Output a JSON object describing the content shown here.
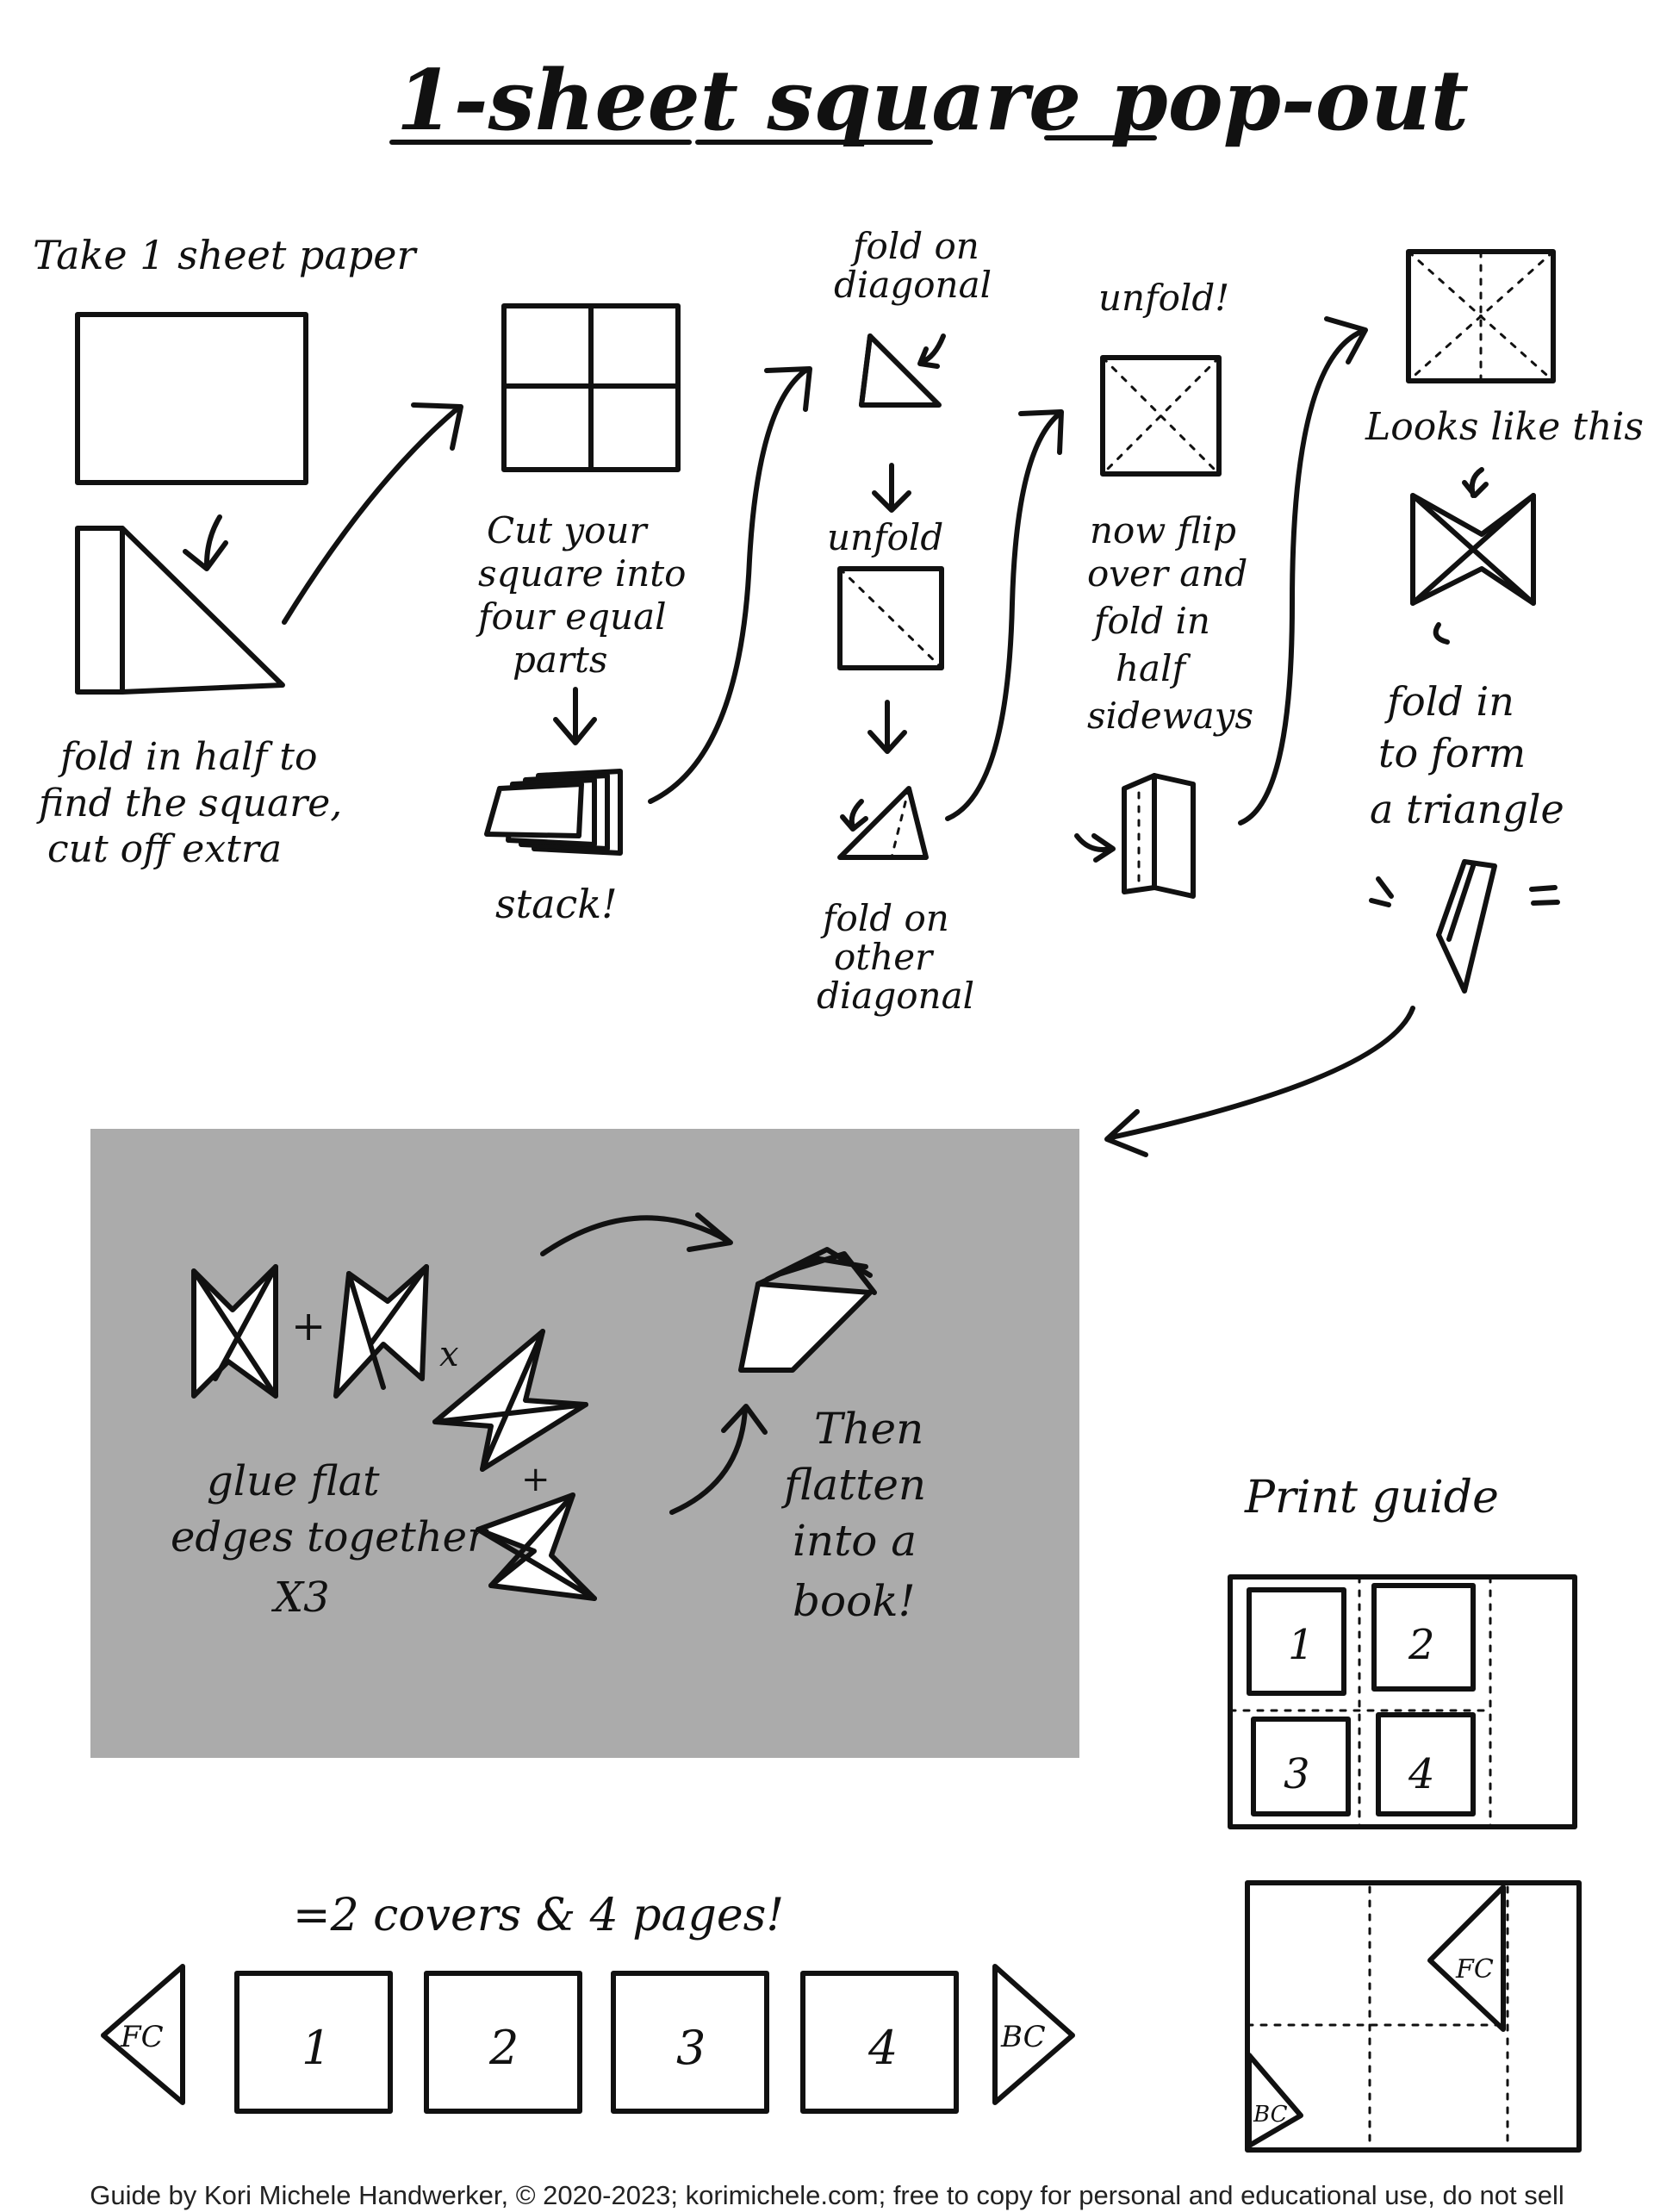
{
  "title": "1-sheet square pop-out",
  "steps": {
    "take_paper": "Take 1 sheet paper",
    "fold_half": [
      "fold in half to",
      "find the square,",
      "cut off extra"
    ],
    "cut_square": [
      "Cut your",
      "square into",
      "four equal",
      "parts"
    ],
    "stack": "stack!",
    "fold_diagonal": [
      "fold on",
      "diagonal"
    ],
    "unfold_1": "unfold",
    "fold_other": [
      "fold on",
      "other",
      "diagonal"
    ],
    "unfold_2": "unfold!",
    "flip_over": [
      "now flip",
      "over and",
      "fold in",
      "half",
      "sideways"
    ],
    "looks_like": "Looks like this",
    "fold_in": [
      "fold in",
      "to form",
      "a triangle"
    ]
  },
  "assembly": {
    "plus": "+",
    "times": "x",
    "glue": [
      "glue flat",
      "edges together",
      "X3"
    ],
    "flatten": [
      "Then",
      "flatten",
      "into a",
      "book!"
    ]
  },
  "summary": {
    "heading": "=2 covers & 4 pages!",
    "pages": [
      "FC",
      "1",
      "2",
      "3",
      "4",
      "BC"
    ]
  },
  "print_guide": {
    "heading": "Print guide",
    "cells": [
      "1",
      "2",
      "3",
      "4"
    ],
    "corner_front": "FC",
    "corner_back": "BC"
  },
  "footer": "Guide by Kori Michele Handwerker, © 2020-2023; korimichele.com; free to copy for personal and educational use, do not sell"
}
